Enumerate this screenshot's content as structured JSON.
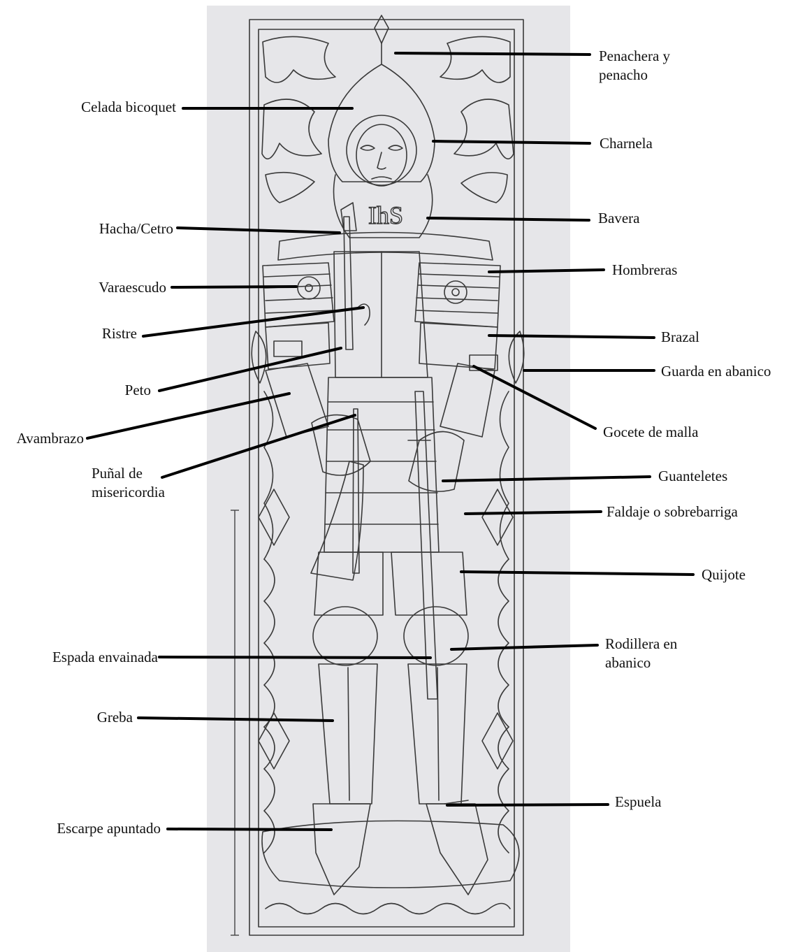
{
  "colors": {
    "paper": "#e6e6e9",
    "ink": "#3a3a3a",
    "leader": "#000000",
    "text": "#111111"
  },
  "figure": {
    "breastplate_inscription": "IhS"
  },
  "labels": {
    "penachera": "Penachera y penacho",
    "celada": "Celada bicoquet",
    "charnela": "Charnela",
    "bavera": "Bavera",
    "hacha": "Hacha/Cetro",
    "hombreras": "Hombreras",
    "varaescudo": "Varaescudo",
    "ristre": "Ristre",
    "brazal": "Brazal",
    "guarda": "Guarda en abanico",
    "peto": "Peto",
    "avambrazo": "Avambrazo",
    "gocete": "Gocete de malla",
    "punal": "Puñal de misericordia",
    "guanteletes": "Guanteletes",
    "faldaje": "Faldaje o sobrebarriga",
    "quijote": "Quijote",
    "espada": "Espada envainada",
    "rodillera": "Rodillera en abanico",
    "greba": "Greba",
    "espuela": "Espuela",
    "escarpe": "Escarpe apuntado"
  }
}
